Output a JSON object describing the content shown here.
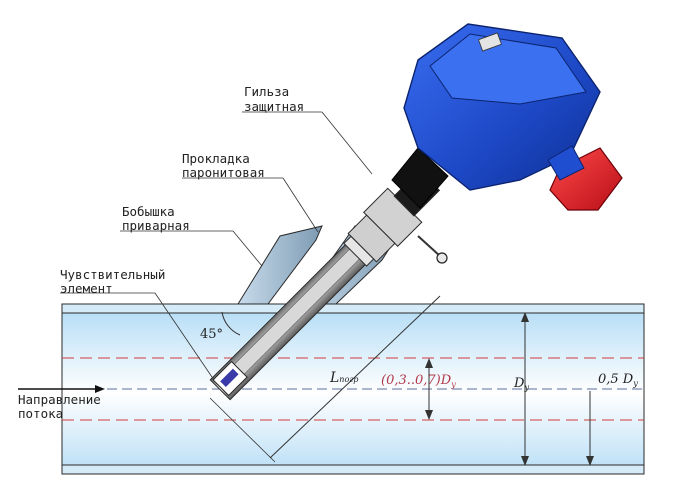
{
  "labels": {
    "sleeve": [
      "Гильза",
      "защитная"
    ],
    "gasket": [
      "Прокладка",
      "паронитовая"
    ],
    "boss": [
      "Бобышка",
      "приварная"
    ],
    "sensor": [
      "Чувствительный",
      "элемент"
    ],
    "flow": [
      "Направление",
      "потока"
    ],
    "angle": "45°",
    "l_main": "L",
    "l_sub": "погр",
    "range_main": "(0,3..0,7)D",
    "range_sub": "у",
    "diam_main": "D",
    "diam_sub": "у",
    "half_main": "0,5 D",
    "half_sub": "у"
  },
  "colors": {
    "head_blue": "#1f4fd0",
    "gland_red": "#e0202a",
    "pipe_fill": "#c9e6f8",
    "dash_red": "#d23c3c",
    "line": "#2a2a2a"
  }
}
